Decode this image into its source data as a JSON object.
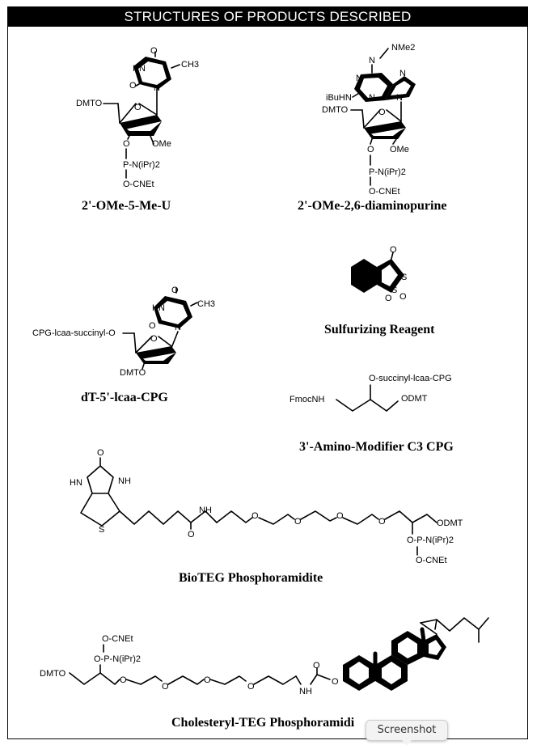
{
  "banner": "STRUCTURES OF PRODUCTS DESCRIBED",
  "captions": {
    "c1": "2'-OMe-5-Me-U",
    "c2": "2'-OMe-2,6-diaminopurine",
    "c3": "Sulfurizing Reagent",
    "c4": "dT-5'-lcaa-CPG",
    "c5": "3'-Amino-Modifier C3 CPG",
    "c6": "BioTEG Phosphoramidite",
    "c7": "Cholesteryl-TEG Phosphoramidi"
  },
  "labels": {
    "hn": "HN",
    "o": "O",
    "ch3": "CH3",
    "n": "N",
    "nh": "NH",
    "dmto": "DMTO",
    "ome": "OMe",
    "pn": "P-N(iPr)2",
    "ocnet": "O-CNEt",
    "nme2": "NMe2",
    "ibuhn": "iBuHN",
    "s": "S",
    "cpg_succ": "CPG-lcaa-succinyl-O",
    "osucc": "O-succinyl-lcaa-CPG",
    "fmocnh": "FmocNH",
    "odmt": "ODMT",
    "opn": "O-P-N(iPr)2"
  },
  "tooltip": "Screenshot"
}
